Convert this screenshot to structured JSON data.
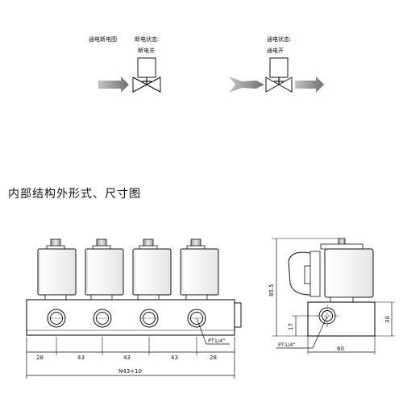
{
  "principle": {
    "title": "通电断电图",
    "off_state": {
      "label": "断电状态:",
      "value": "断电关"
    },
    "on_state": {
      "label": "通电状态:",
      "value": "通电开"
    }
  },
  "section_title": "内部结构外形式、尺寸图",
  "front_view": {
    "segments": [
      "28",
      "43",
      "43",
      "43",
      "28"
    ],
    "total": "N43+10",
    "port": "PT1/4\""
  },
  "side_view": {
    "height": "85.5",
    "port_height": "17",
    "body_height": "30",
    "width": "60",
    "port": "PT1/4\""
  }
}
